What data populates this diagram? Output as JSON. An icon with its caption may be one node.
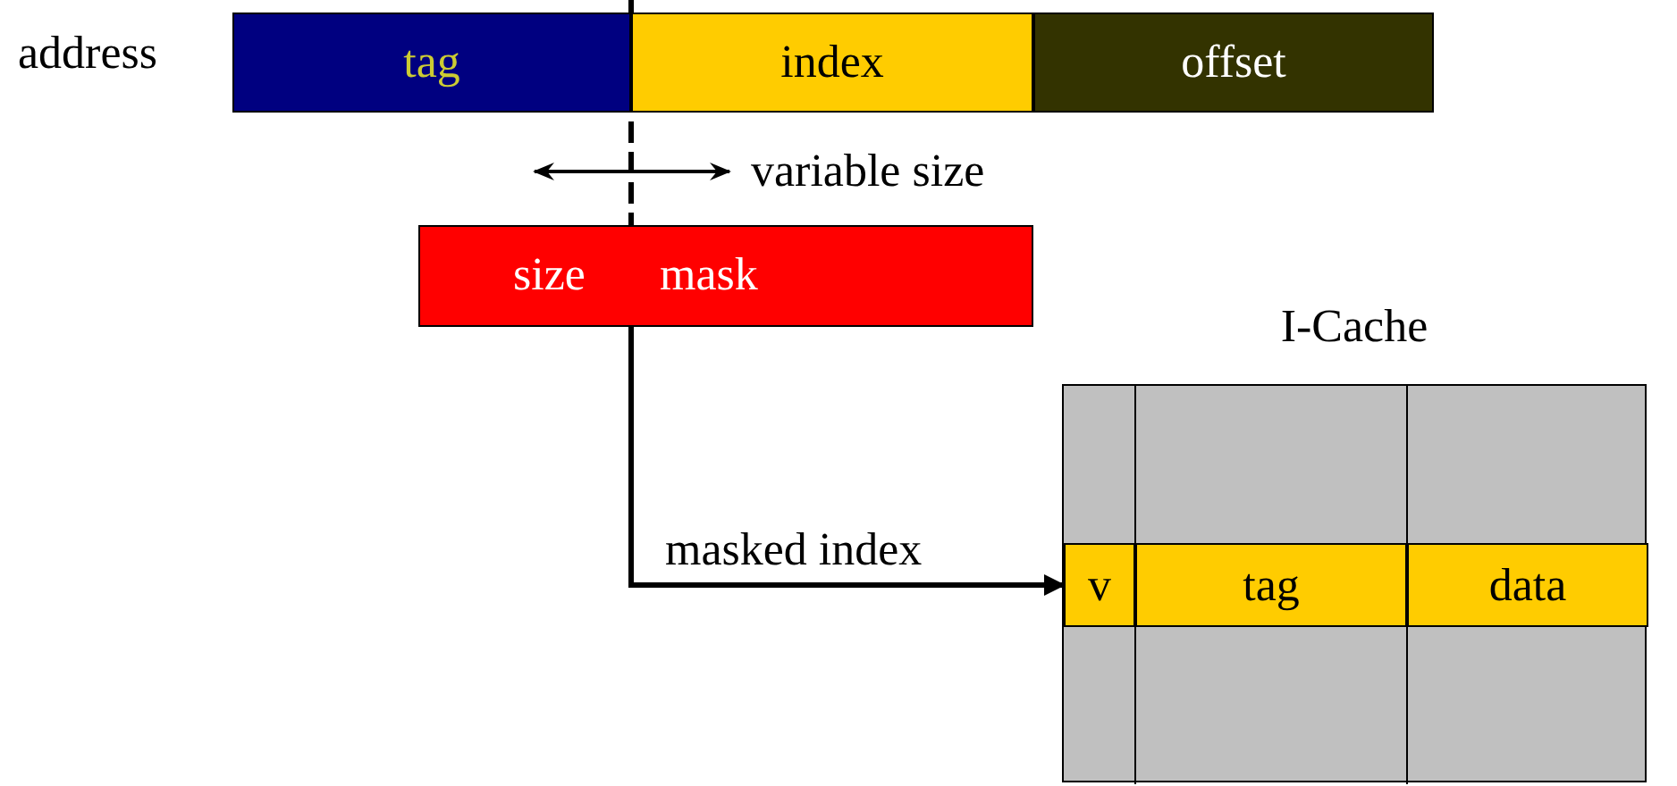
{
  "diagram": {
    "nodes": [
      {
        "text": [
          "tag"
        ]
      },
      {
        "text": [
          "index"
        ]
      },
      {
        "text": [
          "offset"
        ]
      },
      {
        "text": [
          "size",
          "mask"
        ]
      },
      {
        "text": [
          "I-Cache"
        ]
      },
      {
        "text": [
          "v"
        ],
        "in": 4
      },
      {
        "text": [
          "tag"
        ],
        "in": 4
      },
      {
        "text": [
          "data"
        ],
        "in": 4
      }
    ],
    "edges": [
      {
        "from": 3,
        "to": 5,
        "arrow": "to",
        "label": "masked index"
      }
    ],
    "labels": [
      "address",
      "variable size"
    ]
  }
}
